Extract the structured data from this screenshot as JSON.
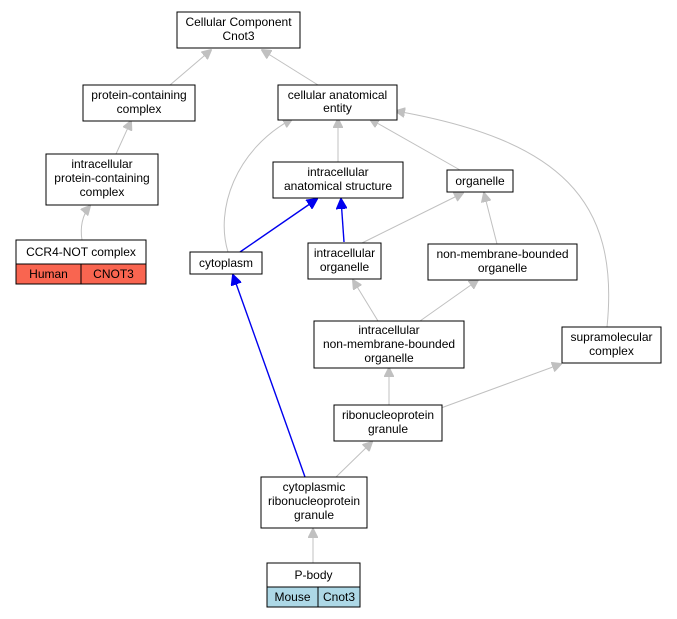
{
  "nodes": {
    "root": [
      "Cellular Component",
      "Cnot3"
    ],
    "protein_complex": [
      "protein-containing",
      "complex"
    ],
    "cellular_entity": [
      "cellular anatomical",
      "entity"
    ],
    "intracellular_protein_complex": [
      "intracellular",
      "protein-containing",
      "complex"
    ],
    "intracellular_structure": [
      "intracellular",
      "anatomical structure"
    ],
    "organelle": [
      "organelle"
    ],
    "ccr4_not": [
      "CCR4-NOT complex"
    ],
    "cytoplasm": [
      "cytoplasm"
    ],
    "intracellular_organelle": [
      "intracellular",
      "organelle"
    ],
    "non_membrane_organelle": [
      "non-membrane-bounded",
      "organelle"
    ],
    "intracellular_non_membrane": [
      "intracellular",
      "non-membrane-bounded",
      "organelle"
    ],
    "supramolecular": [
      "supramolecular",
      "complex"
    ],
    "rnp_granule": [
      "ribonucleoprotein",
      "granule"
    ],
    "cyto_rnp_granule": [
      "cytoplasmic",
      "ribonucleoprotein",
      "granule"
    ],
    "p_body": [
      "P-body"
    ]
  },
  "annotations": {
    "ccr4_not": {
      "species": "Human",
      "gene": "CNOT3",
      "color": "#f96550"
    },
    "p_body": {
      "species": "Mouse",
      "gene": "Cnot3",
      "color": "#add8e6"
    }
  },
  "colors": {
    "edge_default": "#c0c0c0",
    "edge_highlight": "#0000ee"
  }
}
